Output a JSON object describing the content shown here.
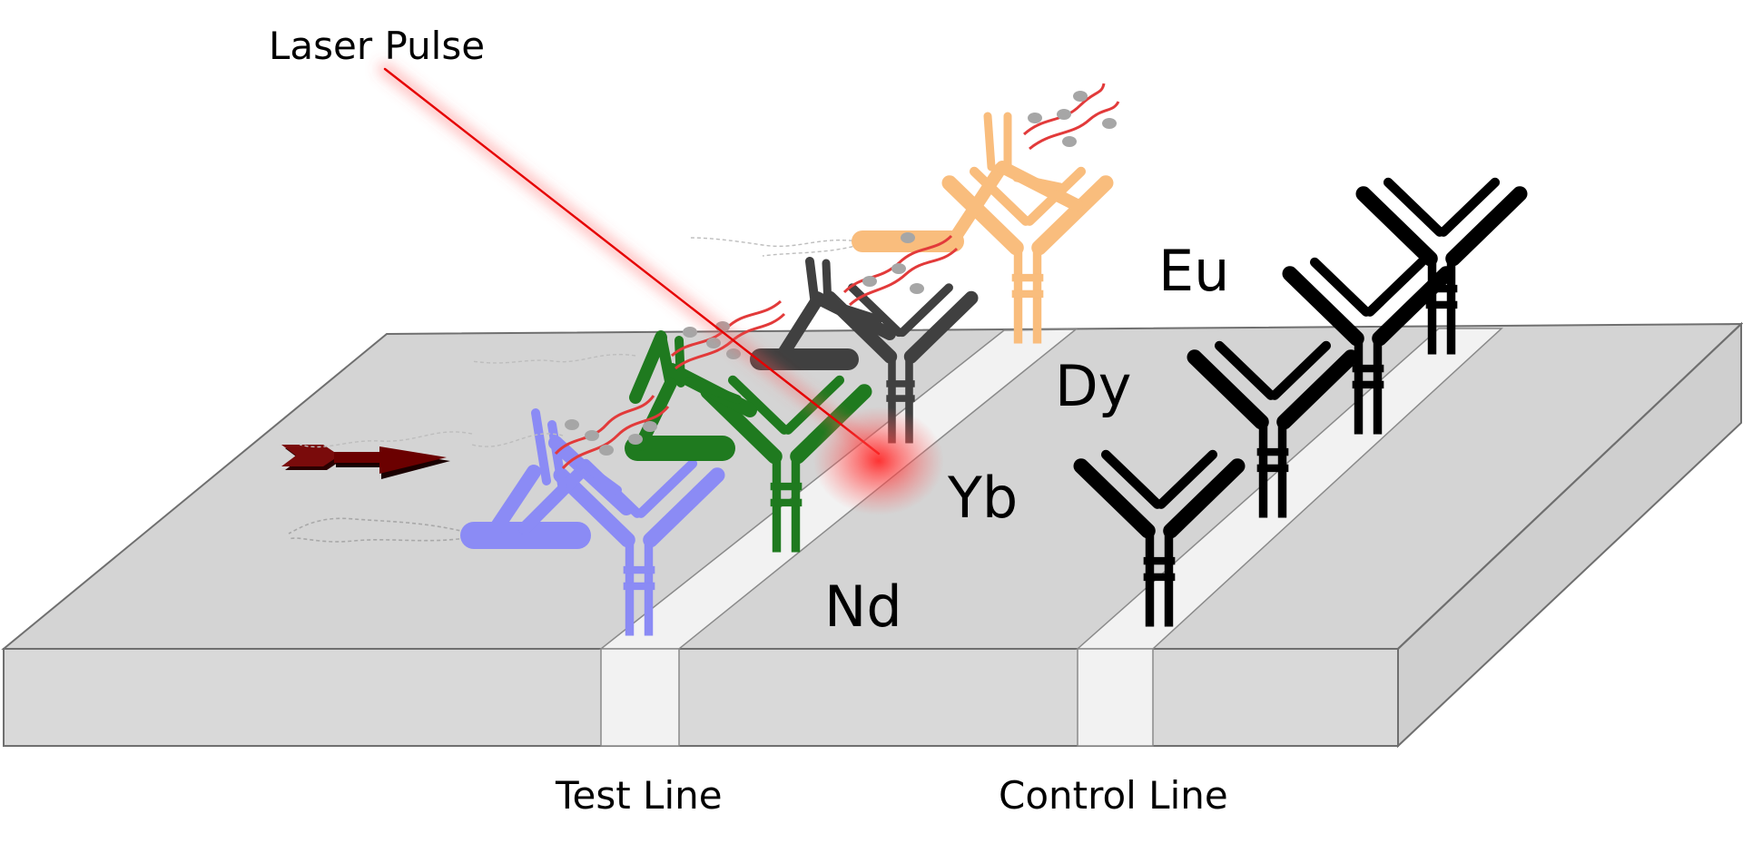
{
  "labels": {
    "laser": "Laser Pulse",
    "eu": "Eu",
    "dy": "Dy",
    "yb": "Yb",
    "nd": "Nd",
    "test_line": "Test Line",
    "control_line": "Control Line"
  },
  "colors": {
    "strip_top": "#d4d4d4",
    "strip_front": "#d9d9d9",
    "strip_side": "#cfcfcf",
    "line_band": "#f2f2f2",
    "laser": "#e50000",
    "laser_glow": "#ff4040",
    "antibody_nd": "#8b8bf5",
    "antibody_yb": "#1f7a1f",
    "antibody_dy": "#404040",
    "antibody_eu": "#f9bd7d",
    "antibody_control": "#000000",
    "flow_arrow": "#6b0000",
    "linker": "#e23a3a",
    "bead": "#a6a6a6"
  },
  "icons": {
    "flow": "flow-direction-arrow-icon",
    "antibody": "antibody-icon"
  }
}
